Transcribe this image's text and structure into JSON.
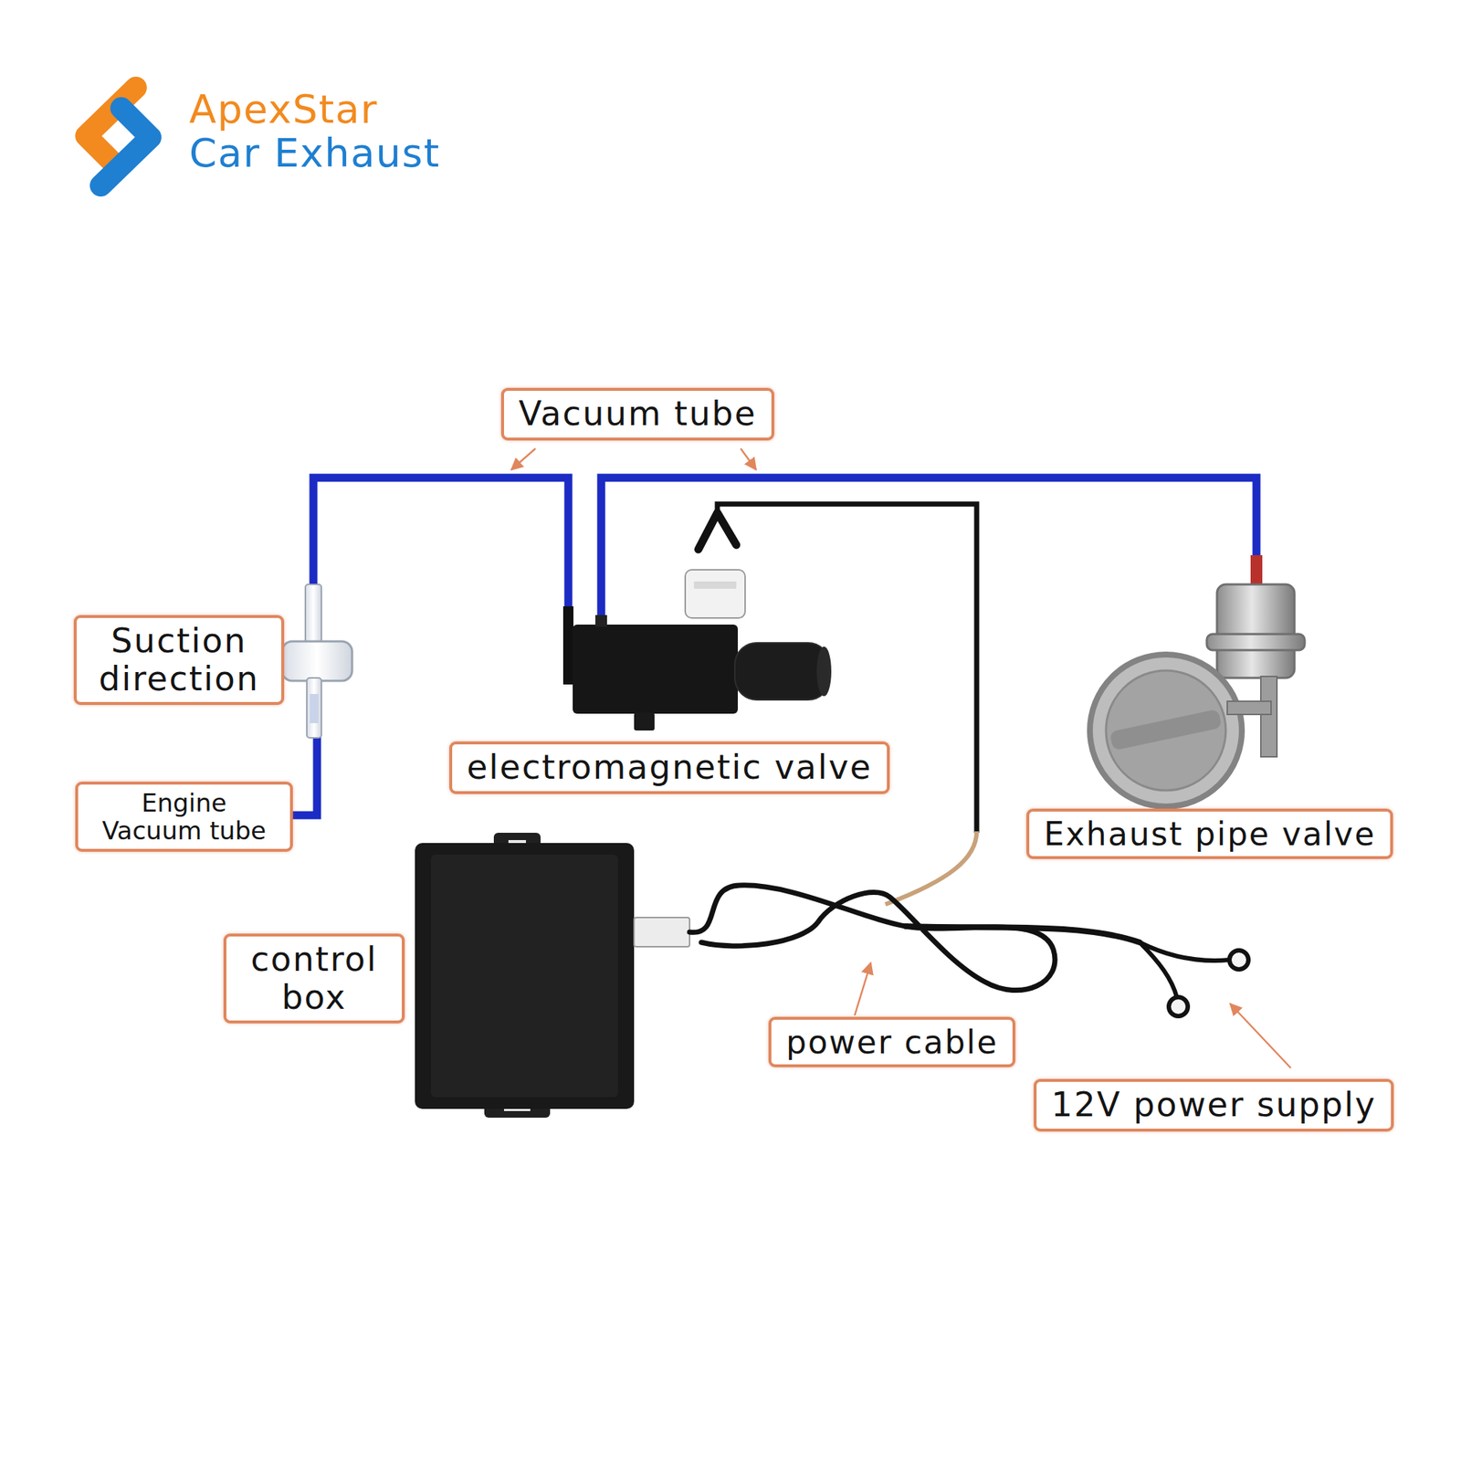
{
  "diagram": {
    "nodes": [
      {
        "text": [
          "Vacuum tube"
        ]
      },
      {
        "text": [
          "Suction direction"
        ]
      },
      {
        "text": [
          "electromagnetic valve"
        ]
      },
      {
        "text": [
          "Engine Vacuum tube"
        ]
      },
      {
        "text": [
          "Exhaust pipe valve"
        ]
      },
      {
        "text": [
          "control box"
        ]
      },
      {
        "text": [
          "power cable"
        ]
      },
      {
        "text": [
          "12V power supply"
        ]
      }
    ],
    "labels": [
      "ApexStar",
      "Car Exhaust"
    ]
  }
}
